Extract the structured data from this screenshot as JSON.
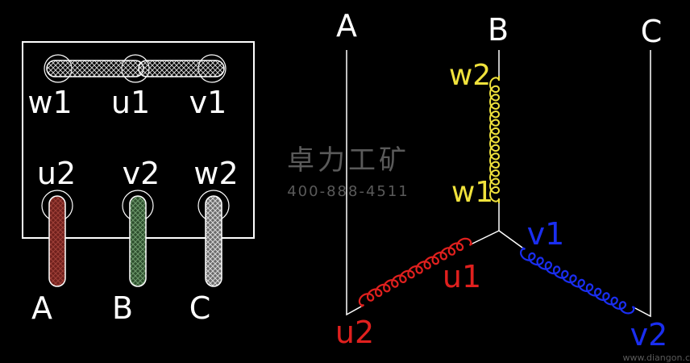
{
  "terminal_box": {
    "top_labels": [
      "w1",
      "u1",
      "v1"
    ],
    "bottom_labels": [
      "u2",
      "v2",
      "w2"
    ],
    "lead_labels": [
      "A",
      "B",
      "C"
    ]
  },
  "star": {
    "lines": [
      "A",
      "B",
      "C"
    ],
    "winding_w": {
      "top": "w2",
      "bottom": "w1"
    },
    "winding_u": {
      "inner": "u1",
      "outer": "u2"
    },
    "winding_v": {
      "inner": "v1",
      "outer": "v2"
    }
  },
  "watermark": {
    "cn": "卓力工矿",
    "phone": "400-888-4511",
    "url": "www.diangon.c"
  },
  "colors": {
    "background": "#000000",
    "line": "#ffffff",
    "w_coil": "#f0e23c",
    "u_coil": "#e0201e",
    "v_coil": "#1a2ef0",
    "lead_A": "#7a2a26",
    "lead_B": "#3e6a3c",
    "lead_C": "#8e8e8e",
    "watermark": "#5a5a5a"
  }
}
